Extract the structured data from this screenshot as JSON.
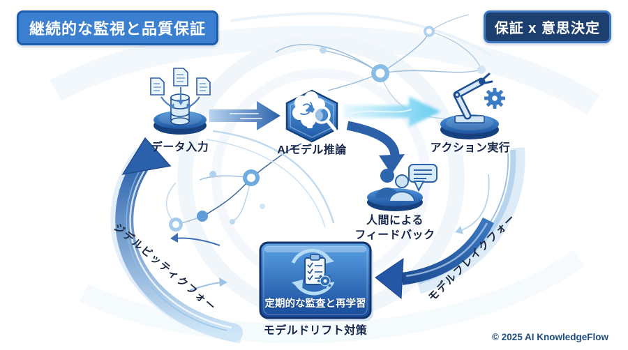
{
  "badges": {
    "title": "継続的な監視と品質保証",
    "right": "保証 x 意思決定"
  },
  "nodes": {
    "data_input": {
      "label": "データ入力"
    },
    "ai_inference": {
      "label": "AIモデル推論"
    },
    "action_execution": {
      "label": "アクション実行"
    },
    "human_feedback": {
      "line1": "人間による",
      "line2": "フィードバック"
    },
    "audit": {
      "box_label": "定期的な監査と再学習",
      "caption": "モデルドリフト対策"
    }
  },
  "arc_labels": {
    "left": "ジデルビッティクフォー",
    "right": "モデルフレイクフォー"
  },
  "footer": {
    "copyright": "© 2025 AI KnowledgeFlow"
  },
  "colors": {
    "badge_blue": "#3a7fd0",
    "badge_navy": "#1d3f70",
    "arrow_blue": "#2b62ac",
    "glow_cyan": "#5ec9f0",
    "disc_blue": "#2059a6",
    "box_blue": "#2662b0",
    "label_navy": "#15254a"
  }
}
